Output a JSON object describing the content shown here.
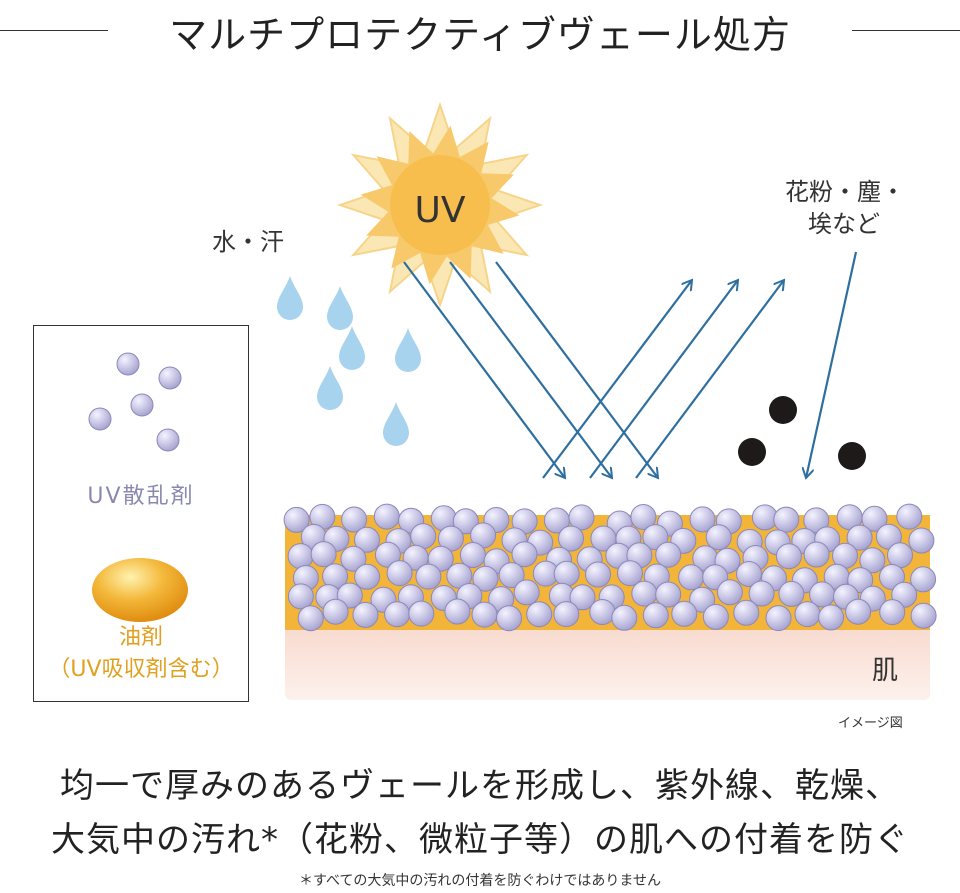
{
  "title": "マルチプロテクティブヴェール処方",
  "labels": {
    "uv": "UV",
    "water": "水・汗",
    "pollen_line1": "花粉・塵・",
    "pollen_line2": "埃など",
    "skin": "肌",
    "image_note": "イメージ図"
  },
  "legend": {
    "scatter_agent": "UV散乱剤",
    "oil_line1": "油剤",
    "oil_line2": "（UV吸収剤含む）"
  },
  "description": {
    "line1": "均一で厚みのあるヴェールを形成し、紫外線、乾燥、",
    "line2": "大気中の汚れ*（花粉、微粒子等）の肌への付着を防ぐ"
  },
  "footnote": "＊すべての大気中の汚れの付着を防ぐわけではありません",
  "colors": {
    "arrow": "#2f6f9f",
    "sun": "#f7c96a",
    "oil": "#f2b53a",
    "particle": "#c9c6e6",
    "skin": "#f8ddd2",
    "drop": "#a8d3ee"
  }
}
